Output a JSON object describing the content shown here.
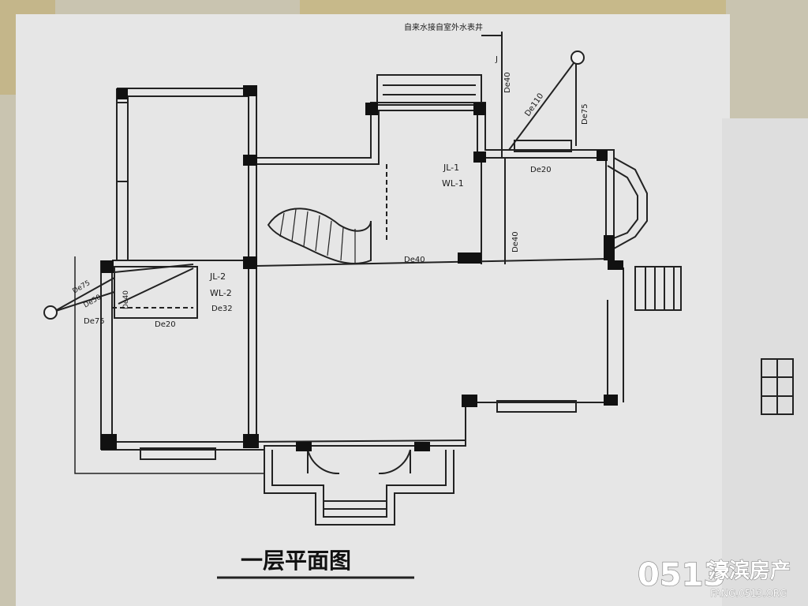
{
  "drawing": {
    "title": "一层平面图",
    "top_note": "自来水接自室外水表井",
    "colors": {
      "paper": "#e6e6e6",
      "line": "#222222",
      "wall_fill": "#111111",
      "tape": "#c7b98a"
    }
  },
  "labels": {
    "jl1": "JL-1",
    "wl1": "WL-1",
    "jl2": "JL-2",
    "wl2": "WL-2",
    "de32": "De32",
    "de20_top": "De20",
    "de20_bath": "De20",
    "de40_main": "De40",
    "de40_v1": "De40",
    "de40_v2": "De40",
    "de40_v3": "De40",
    "de110": "De110",
    "de75_top": "De75",
    "de75_left_a": "De75",
    "de75_left_b": "De75",
    "de50": "De50",
    "j_mark": "J"
  },
  "watermark": {
    "number": "0513",
    "brand": "濠滨房产",
    "url": "FANG.0513.ORG"
  }
}
